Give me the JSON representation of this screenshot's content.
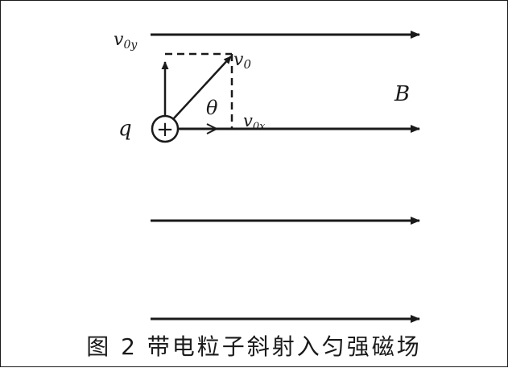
{
  "figure": {
    "labels": {
      "v0y_main": "v",
      "v0y_sub": "0y",
      "v0_main": "v",
      "v0_sub": "0",
      "theta": "θ",
      "v0x_main": "v",
      "v0x_sub": "0x",
      "B": "B",
      "q": "q",
      "charge_sign": "+"
    },
    "caption": "图 2 带电粒子斜射入匀强磁场"
  },
  "colors": {
    "ink": "#1a1a1a",
    "background": "#ffffff"
  }
}
